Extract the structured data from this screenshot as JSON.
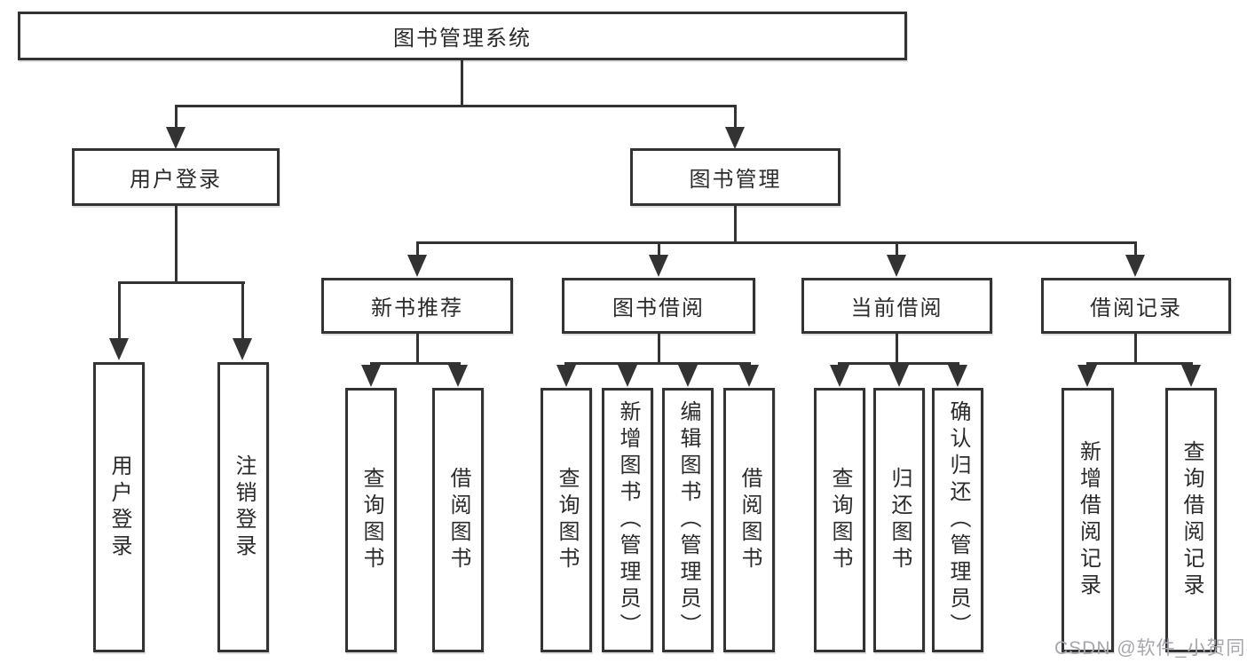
{
  "diagram": {
    "title": "图书管理系统",
    "level2": [
      "用户登录",
      "图书管理"
    ],
    "level3": [
      "新书推荐",
      "图书借阅",
      "当前借阅",
      "借阅记录"
    ],
    "leaves": {
      "user_login": [
        "用户登录",
        "注销登录"
      ],
      "new_book": [
        "查询图书",
        "借阅图书"
      ],
      "book_borrow": [
        "查询图书",
        "新增图书（管理员）",
        "编辑图书（管理员）",
        "借阅图书"
      ],
      "current_borrow": [
        "查询图书",
        "归还图书",
        "确认归还（管理员）"
      ],
      "borrow_records": [
        "新增借阅记录",
        "查询借阅记录"
      ]
    },
    "colors": {
      "line": "#333333",
      "border": "#333333",
      "text": "#2b2b2b",
      "background": "#ffffff"
    }
  },
  "watermark": {
    "text": "CSDN @软件_小贺同学",
    "color": "#a6a6ac"
  }
}
